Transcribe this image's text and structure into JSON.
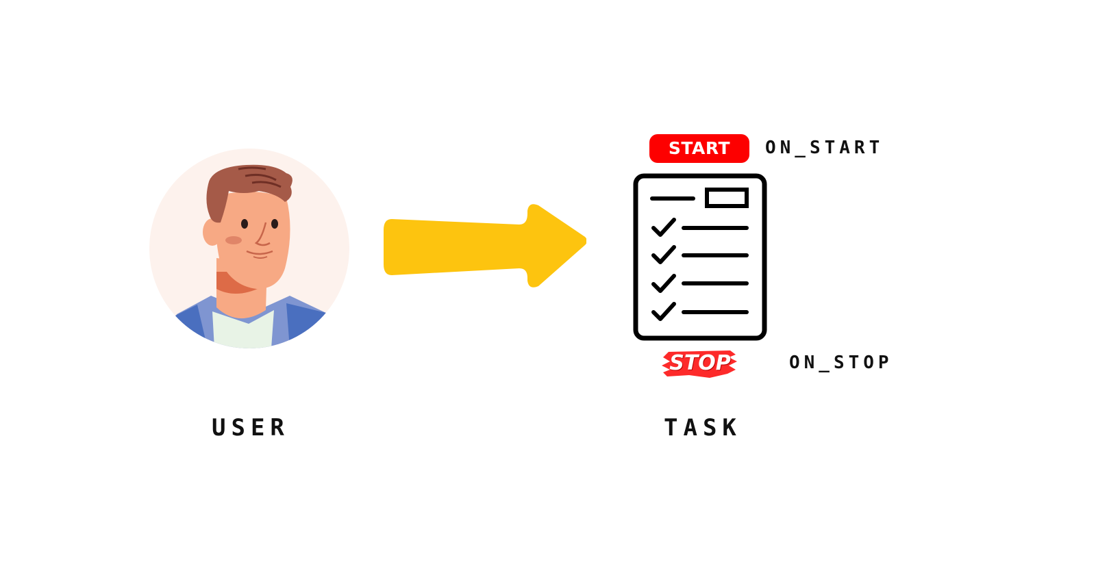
{
  "user": {
    "label": "USER"
  },
  "task": {
    "label": "TASK"
  },
  "start": {
    "badge": "START",
    "hook": "ON_START"
  },
  "stop": {
    "badge": "STOP",
    "hook": "ON_STOP"
  },
  "colors": {
    "arrow": "#fdc40f",
    "badge_red": "#fd0000",
    "text": "#111111",
    "avatar_bg": "#fdf2ed"
  },
  "icons": {
    "user": "user-avatar-icon",
    "flow": "right-arrow-icon",
    "task": "checklist-icon"
  }
}
